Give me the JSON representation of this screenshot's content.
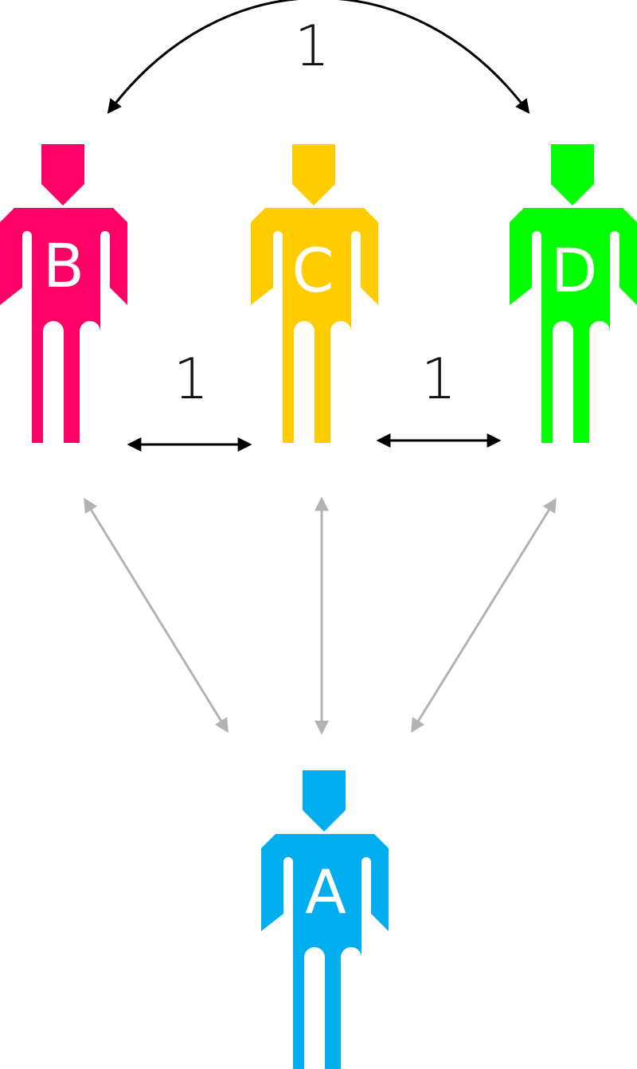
{
  "people": [
    {
      "letter": "B",
      "color": "#FF0066"
    },
    {
      "letter": "C",
      "color": "#FFCC00"
    },
    {
      "letter": "D",
      "color": "#00FF00"
    },
    {
      "letter": "A",
      "color": "#00AEEF"
    }
  ],
  "labels": {
    "b_to_d": "1",
    "b_to_c": "1",
    "c_to_d": "1"
  },
  "colors": {
    "strong_link": "#000000",
    "weak_link": "#B3B3B3",
    "background": "#FFFFFF"
  }
}
